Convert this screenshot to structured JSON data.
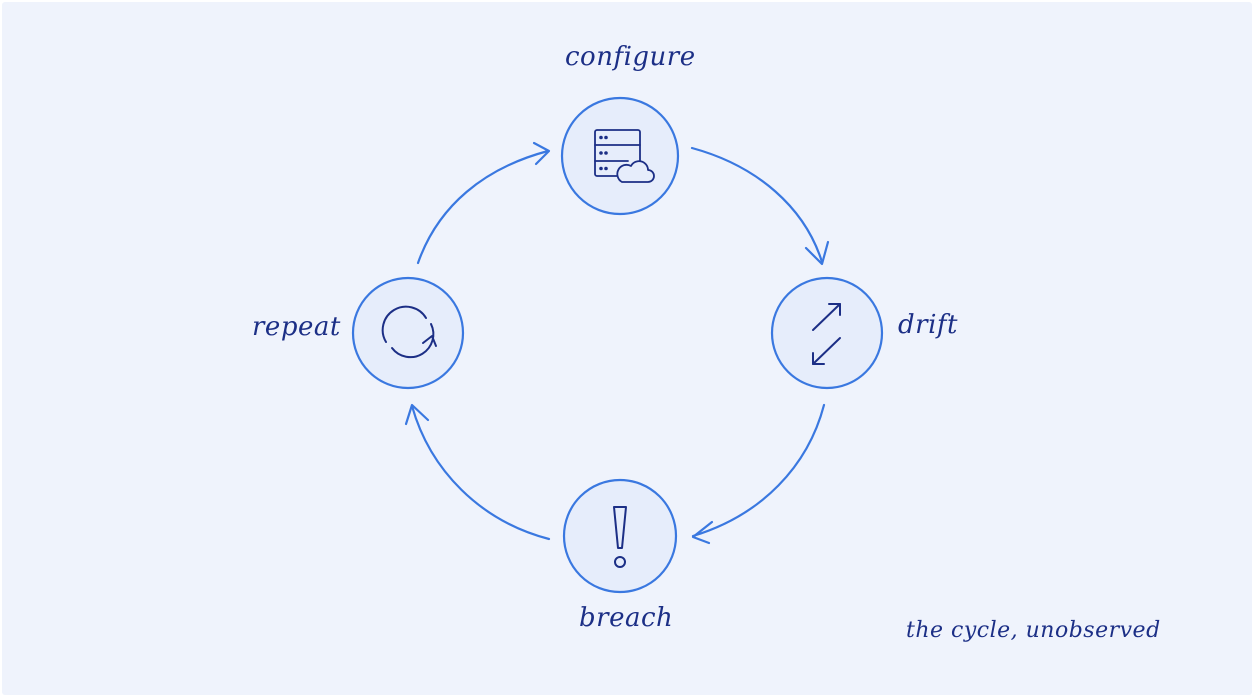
{
  "diagram": {
    "nodes": [
      {
        "id": "configure",
        "label": "configure",
        "icon": "server-cloud-icon"
      },
      {
        "id": "drift",
        "label": "drift",
        "icon": "arrows-diagonal-icon"
      },
      {
        "id": "breach",
        "label": "breach",
        "icon": "exclamation-icon"
      },
      {
        "id": "repeat",
        "label": "repeat",
        "icon": "refresh-icon"
      }
    ],
    "edges": [
      {
        "from": "configure",
        "to": "drift"
      },
      {
        "from": "drift",
        "to": "breach"
      },
      {
        "from": "breach",
        "to": "repeat"
      },
      {
        "from": "repeat",
        "to": "configure"
      }
    ],
    "caption": "the cycle, unobserved"
  },
  "colors": {
    "background": "#eff3fc",
    "accent": "#3a78e0",
    "node_fill": "#e6edfb",
    "icon_stroke": "#1c2f86",
    "text": "#1c2f86"
  }
}
